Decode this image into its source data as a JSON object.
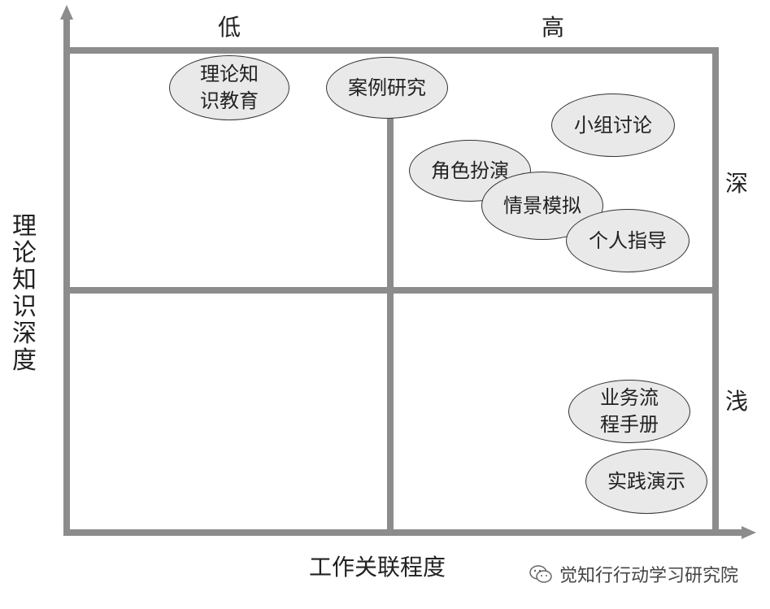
{
  "axes": {
    "y_title": "理论知识深度",
    "x_title": "工作关联程度",
    "x_levels": {
      "low": "低",
      "high": "高"
    },
    "y_levels": {
      "deep": "深",
      "shallow": "浅"
    }
  },
  "methods": [
    {
      "text": "理论知\n识教育"
    },
    {
      "text": "案例研究"
    },
    {
      "text": "小组讨论"
    },
    {
      "text": "角色扮演"
    },
    {
      "text": "情景模拟"
    },
    {
      "text": "个人指导"
    },
    {
      "text": "业务流\n程手册"
    },
    {
      "text": "实践演示"
    }
  ],
  "watermark": {
    "text": "觉知行行动学习研究院",
    "icon": "wechat-icon"
  }
}
